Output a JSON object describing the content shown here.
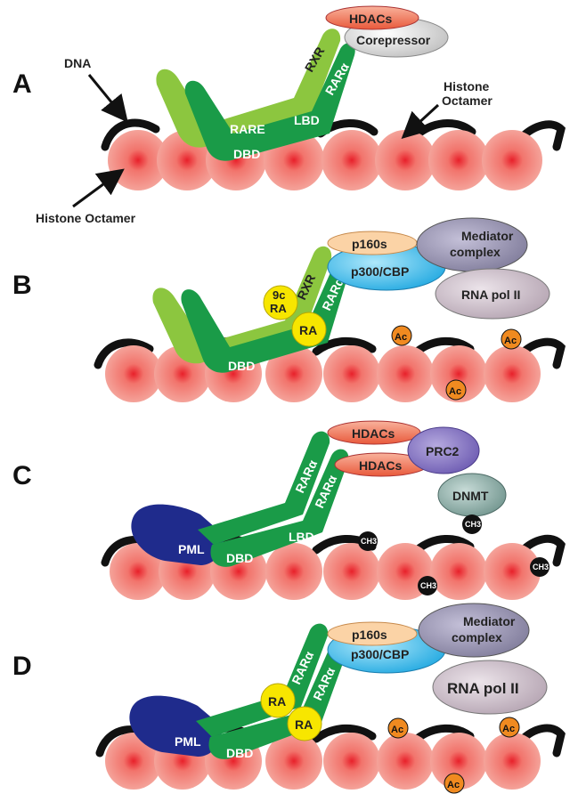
{
  "panels": {
    "A": {
      "letter": "A",
      "dna": "DNA",
      "histone_top": "Histone\nOctamer",
      "histone_bottom": "Histone Octamer",
      "hdacs": "HDACs",
      "corepressor": "Corepressor",
      "rxr": "RXR",
      "rara": "RARα",
      "rare": "RARE",
      "lbd": "LBD",
      "dbd": "DBD"
    },
    "B": {
      "letter": "B",
      "p160s": "p160s",
      "p300": "p300/CBP",
      "mediator": "Mediator\ncomplex",
      "rnapol": "RNA pol II",
      "ligand_9c": "9c\nRA",
      "ligand_ra": "RA",
      "rxr": "RXR",
      "rara": "RARα",
      "dbd": "DBD",
      "ac": "Ac"
    },
    "C": {
      "letter": "C",
      "hdacs": "HDACs",
      "prc2": "PRC2",
      "dnmt": "DNMT",
      "rara": "RARα",
      "lbd": "LBD",
      "pml": "PML",
      "dbd": "DBD",
      "ch3": "CH3"
    },
    "D": {
      "letter": "D",
      "p160s": "p160s",
      "p300": "p300/CBP",
      "mediator": "Mediator\ncomplex",
      "rnapol": "RNA pol II",
      "rara": "RARα",
      "ra": "RA",
      "pml": "PML",
      "dbd": "DBD",
      "ac": "Ac"
    }
  },
  "colors": {
    "nucleosome": "#f08a7e",
    "nucleosome_center": "#e8202a",
    "dna": "#111111",
    "rxr": "#8cc63f",
    "rara": "#1a9b48",
    "hdacs": "#f07a5e",
    "corepressor": "#d8d8d8",
    "p160s": "#fbd3a6",
    "p300": "#4ec8f2",
    "mediator": "#9a96b2",
    "rnapol": "#cbbcc8",
    "ligand": "#f7e600",
    "acetyl": "#f08a20",
    "methyl": "#111111",
    "pml": "#1f2b8c",
    "prc2": "#8c7ac8",
    "dnmt": "#8fb0aa"
  }
}
